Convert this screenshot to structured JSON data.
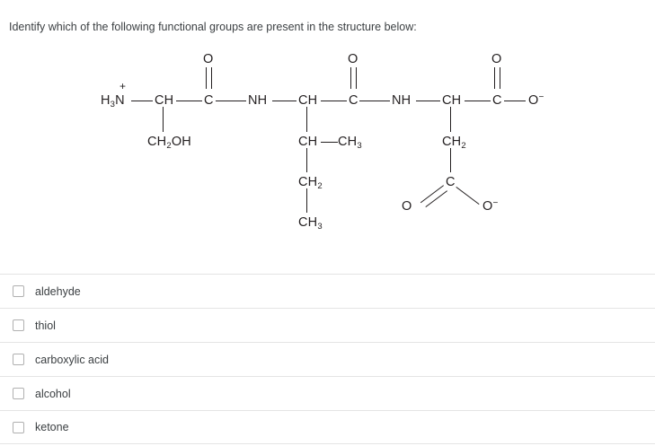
{
  "question": {
    "prompt": "Identify which of the following functional groups are present in the structure below:"
  },
  "structure": {
    "description": "Tripeptide: serine - isoleucine - aspartate drawn as a condensed skeletal formula",
    "backbone": [
      {
        "label": "H3N+",
        "html": "H<sub>3</sub>N"
      },
      {
        "label": "CH",
        "html": "CH"
      },
      {
        "label": "C",
        "html": "C"
      },
      {
        "label": "NH",
        "html": "NH"
      },
      {
        "label": "CH",
        "html": "CH"
      },
      {
        "label": "C",
        "html": "C"
      },
      {
        "label": "NH",
        "html": "NH"
      },
      {
        "label": "CH",
        "html": "CH"
      },
      {
        "label": "C",
        "html": "C"
      },
      {
        "label": "O-",
        "html": "O"
      }
    ],
    "carbonyl_oxygens": [
      "O",
      "O",
      "O"
    ],
    "side_chains": {
      "residue1": [
        "CH2OH"
      ],
      "residue2": [
        "CH",
        "CH3",
        "CH2",
        "CH3"
      ],
      "residue3": [
        "CH2",
        "C",
        "O",
        "O-"
      ]
    },
    "charges": {
      "n_terminus": "+",
      "c_terminus": "-",
      "side_chain_carboxylate": "-"
    },
    "labels": {
      "h3n": "H3N",
      "ch": "CH",
      "c": "C",
      "nh": "NH",
      "o": "O",
      "ch2oh": "CH2OH",
      "ch3": "CH3",
      "ch2": "CH2",
      "o_minus": "O"
    }
  },
  "options": [
    {
      "id": "aldehyde",
      "label": "aldehyde",
      "checked": false
    },
    {
      "id": "thiol",
      "label": "thiol",
      "checked": false
    },
    {
      "id": "carboxylic-acid",
      "label": "carboxylic acid",
      "checked": false
    },
    {
      "id": "alcohol",
      "label": "alcohol",
      "checked": false
    },
    {
      "id": "ketone",
      "label": "ketone",
      "checked": false
    }
  ],
  "colors": {
    "text": "#3c4043",
    "structure": "#231f20",
    "divider": "#e4e4e4",
    "checkbox_border": "#b0b0b0",
    "background": "#ffffff"
  }
}
